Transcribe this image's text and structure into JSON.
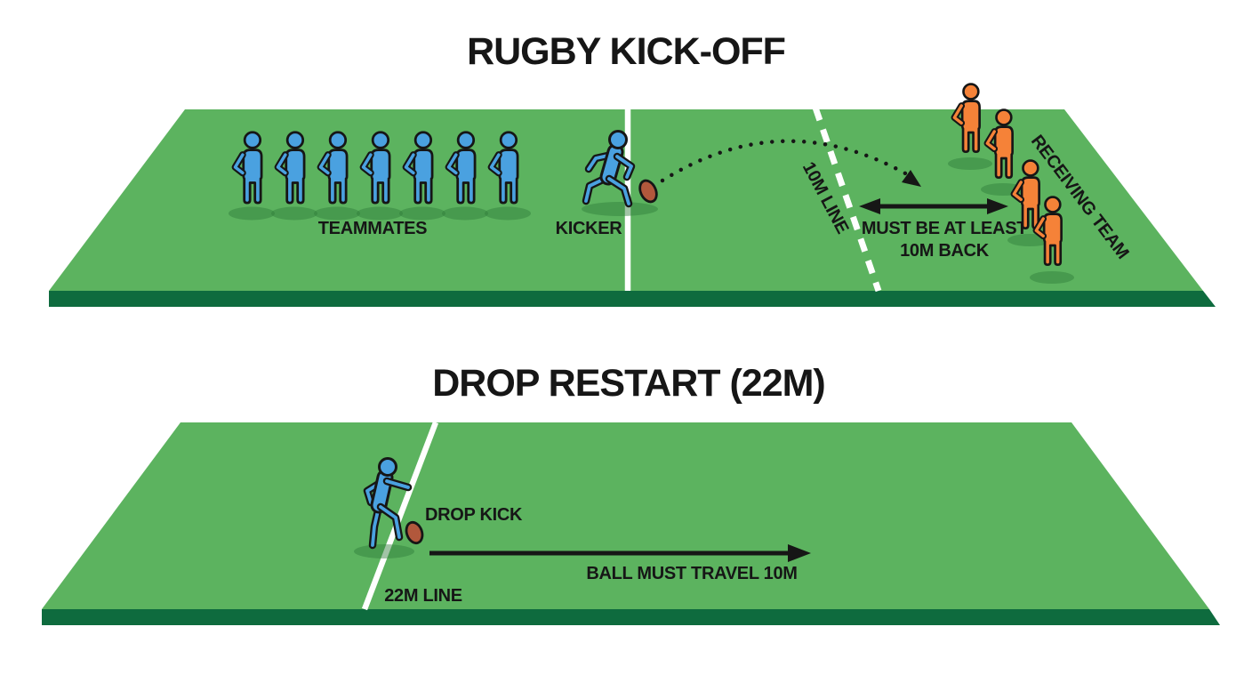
{
  "colors": {
    "field_green": "#5cb35f",
    "field_edge_green": "#0e6b3e",
    "player_blue": "#4aa1e0",
    "player_orange": "#f58238",
    "ball_brown": "#b2583c",
    "line_white": "#ffffff",
    "text_ink": "#161616",
    "shadow_green": "#2f7d3a"
  },
  "kickoff_panel": {
    "title": "RUGBY KICK-OFF",
    "teammates_label": "TEAMMATES",
    "teammates_count": 7,
    "kicker_label": "KICKER",
    "ten_m_line_label": "10M LINE",
    "rule_line1": "MUST BE AT LEAST",
    "rule_line2": "10M BACK",
    "receiving_team_label": "RECEIVING TEAM",
    "receiving_count": 4
  },
  "drop_restart_panel": {
    "title": "DROP RESTART (22M)",
    "drop_kick_label": "DROP KICK",
    "line_label": "22M LINE",
    "rule_label": "BALL MUST TRAVEL 10M"
  }
}
